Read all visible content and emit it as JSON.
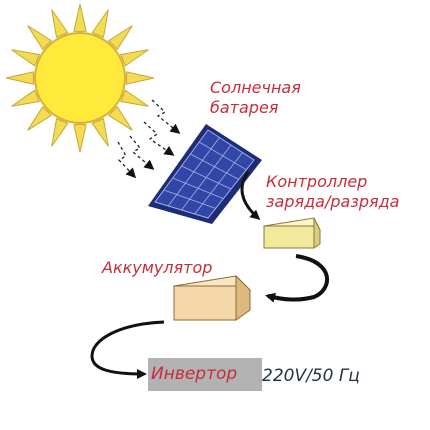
{
  "labels": {
    "panel_line1": "Солнечная",
    "panel_line2": "батарея",
    "controller_line1": "Контроллер",
    "controller_line2": "заряда/разряда",
    "battery": "Аккумулятор",
    "inverter": "Инвертор",
    "output": "220V/50 Гц"
  },
  "colors": {
    "sun_fill": "#ffe93b",
    "sun_ray": "#f2dc52",
    "sun_outline": "#d1a72a",
    "panel_blue": "#3146a6",
    "controller_box": "#f3e99c",
    "battery_box": "#f4d8a9",
    "label_red": "#c62d3a",
    "inverter_bg": "#b2b2b2"
  }
}
